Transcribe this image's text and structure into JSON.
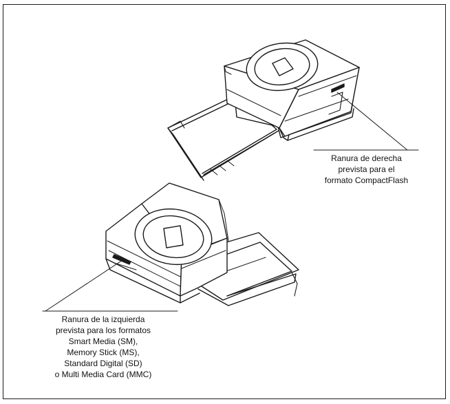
{
  "callouts": {
    "right_slot": {
      "lines": [
        "Ranura de derecha",
        "prevista para el",
        "formato CompactFlash"
      ]
    },
    "left_slot": {
      "lines": [
        "Ranura de la izquierda",
        "prevista para los formatos",
        "Smart Media (SM),",
        "Memory Stick (MS),",
        "Standard Digital (SD)",
        "o Multi Media Card (MMC)"
      ]
    }
  }
}
